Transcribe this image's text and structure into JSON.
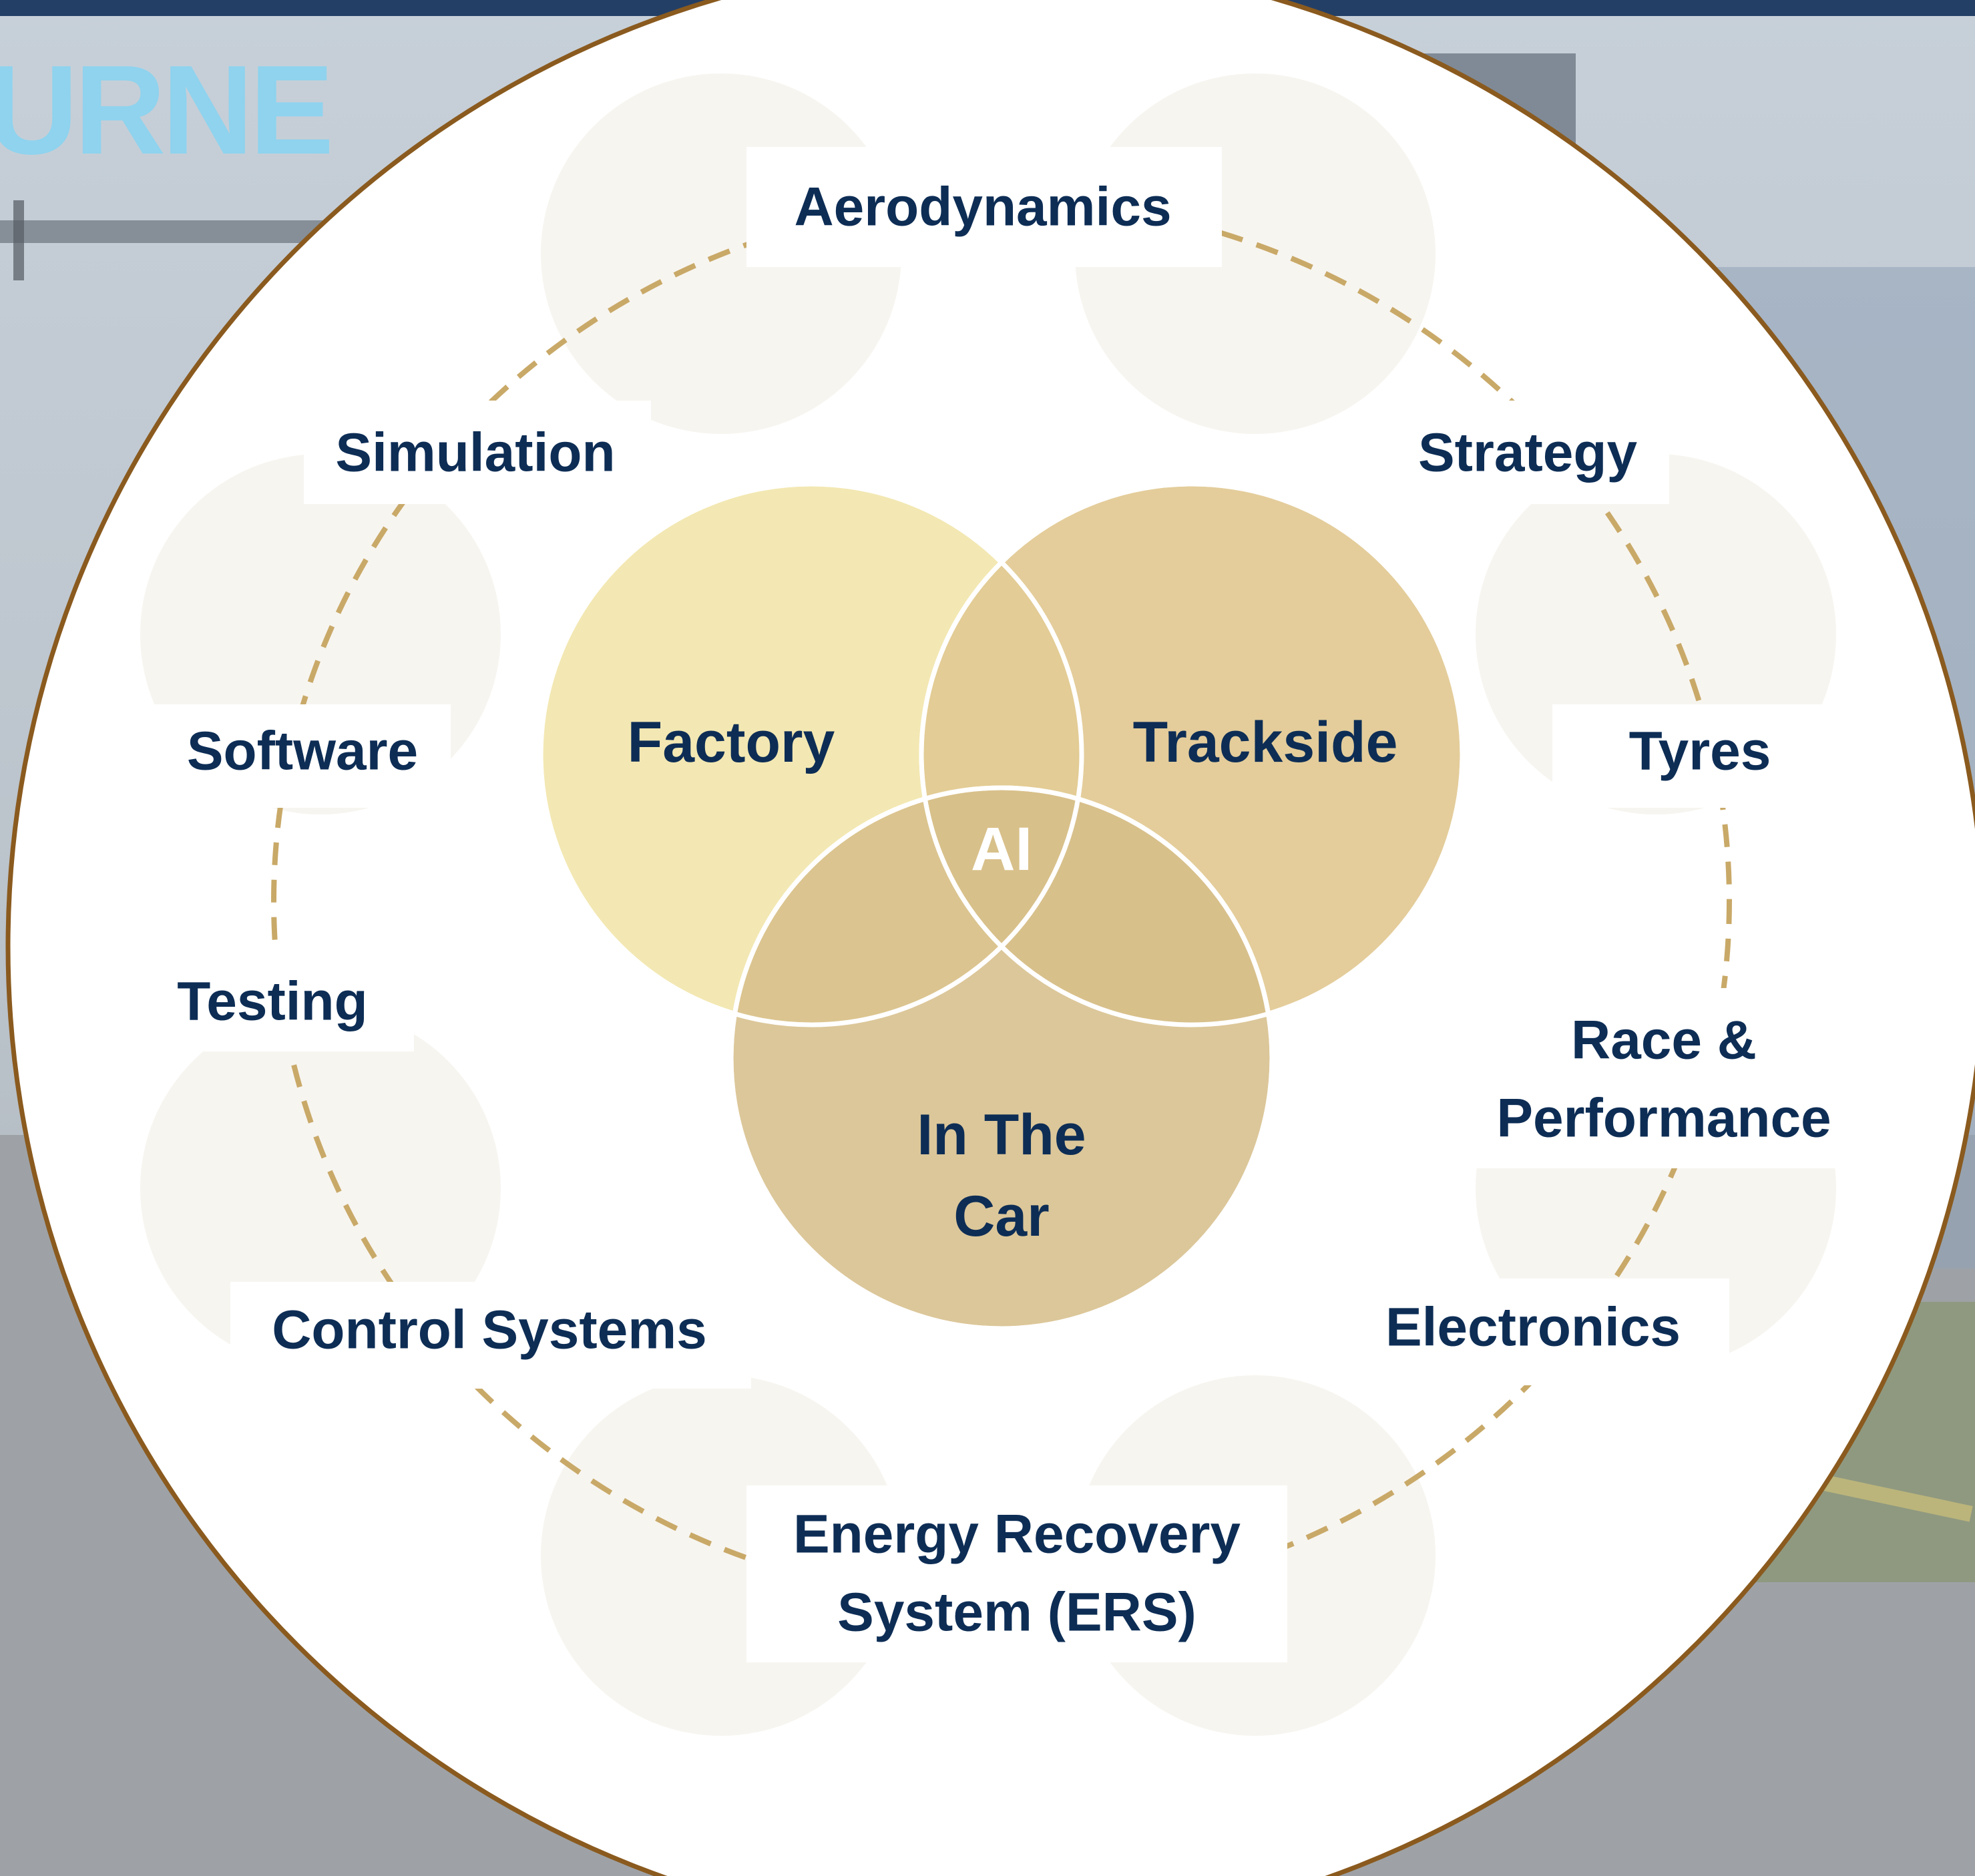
{
  "colors": {
    "navy": "#0d2d55",
    "ring_brown": "#8a5a1e",
    "dash_gold": "#c9a968",
    "factory": "#f3e8b3",
    "trackside": "#e2c992",
    "in_the_car": "#d6bd88",
    "overlap_center": "#d8bb78"
  },
  "background": {
    "sign_text": "URNE"
  },
  "venn": {
    "factory": "Factory",
    "trackside": "Trackside",
    "in_the_car_line1": "In The",
    "in_the_car_line2": "Car",
    "center": "AI"
  },
  "ring_labels": {
    "aerodynamics": "Aerodynamics",
    "strategy": "Strategy",
    "tyres": "Tyres",
    "race_performance_line1": "Race &",
    "race_performance_line2": "Performance",
    "electronics": "Electronics",
    "ers_line1": "Energy Recovery",
    "ers_line2": "System (ERS)",
    "control_systems": "Control Systems",
    "testing": "Testing",
    "software": "Software",
    "simulation": "Simulation"
  }
}
